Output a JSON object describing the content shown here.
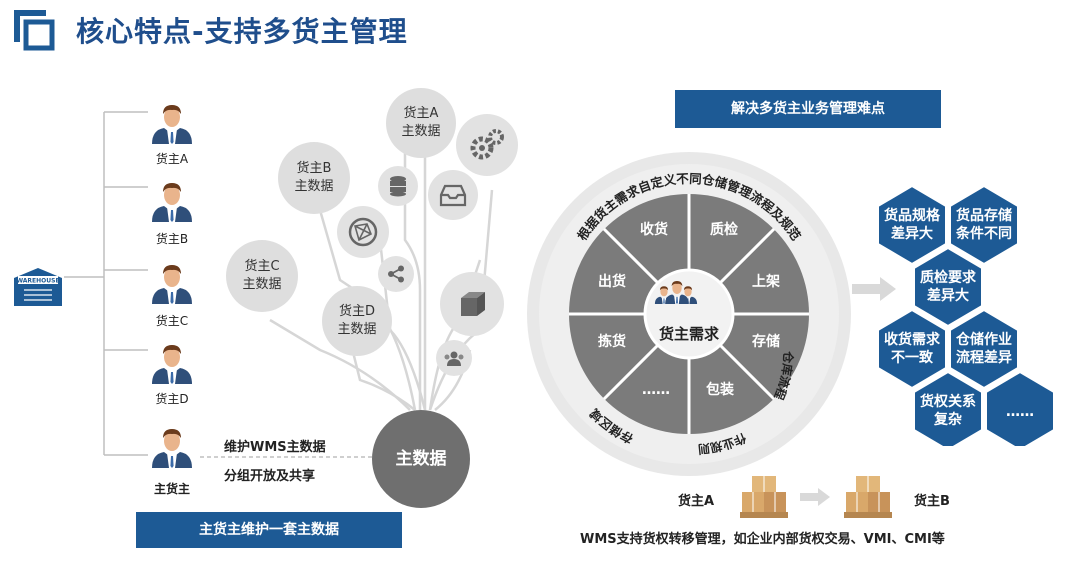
{
  "header": {
    "title": "核心特点-支持多货主管理"
  },
  "left": {
    "owners": [
      {
        "label": "货主A"
      },
      {
        "label": "货主B"
      },
      {
        "label": "货主C"
      },
      {
        "label": "货主D"
      },
      {
        "label": "主货主"
      }
    ],
    "warehouse_sign": "WAREHOUSE",
    "maintain_line1": "维护WMS主数据",
    "maintain_line2": "分组开放及共享",
    "bottom_banner": "主货主维护一套主数据",
    "master_data": "主数据",
    "bubbles": [
      {
        "line1": "货主A",
        "line2": "主数据"
      },
      {
        "line1": "货主B",
        "line2": "主数据"
      },
      {
        "line1": "货主C",
        "line2": "主数据"
      },
      {
        "line1": "货主D",
        "line2": "主数据"
      }
    ]
  },
  "right": {
    "banner": "解决多货主业务管理难点",
    "ring_top_text": "根据货主需求自定义不同仓储管理流程及规范",
    "ring_right_text": "仓库流程",
    "ring_bottom_text": "作业规则",
    "ring_left_text": "存储区域",
    "center": "货主需求",
    "segments": [
      "收货",
      "质检",
      "上架",
      "存储",
      "包装",
      "……",
      "拣货",
      "出货"
    ],
    "hexes": [
      {
        "line1": "货品规格",
        "line2": "差异大"
      },
      {
        "line1": "货品存储",
        "line2": "条件不同"
      },
      {
        "line1": "质检要求",
        "line2": "差异大"
      },
      {
        "line1": "收货需求",
        "line2": "不一致"
      },
      {
        "line1": "仓储作业",
        "line2": "流程差异"
      },
      {
        "line1": "货权关系",
        "line2": "复杂"
      },
      {
        "line1": "……",
        "line2": ""
      }
    ],
    "transfer_from": "货主A",
    "transfer_to": "货主B",
    "transfer_note": "WMS支持货权转移管理，如企业内部货权交易、VMI、CMI等"
  },
  "colors": {
    "brand": "#1d5a95",
    "hex": "#1d5a95",
    "ring": "#e6e6e6",
    "segment": "#7b7b7b"
  }
}
